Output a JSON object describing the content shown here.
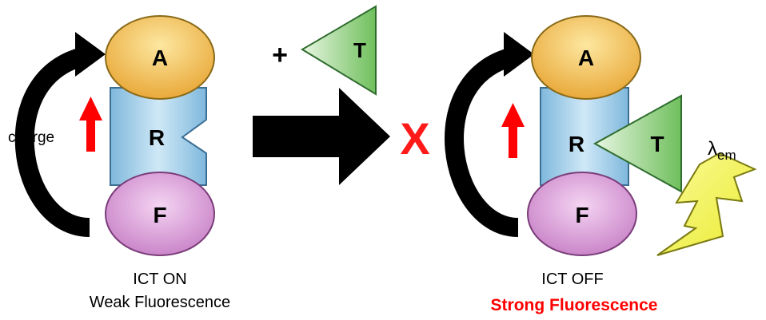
{
  "left_state": {
    "acceptor_label": "A",
    "receptor_label": "R",
    "fluorophore_label": "F",
    "charge_label": "charge",
    "caption_line1": "ICT ON",
    "caption_line2": "Weak Fluorescence"
  },
  "reagent": {
    "plus_label": "+",
    "target_label": "T"
  },
  "right_state": {
    "blocked_mark": "X",
    "acceptor_label": "A",
    "receptor_label": "R",
    "target_label": "T",
    "fluorophore_label": "F",
    "emission_label": "λ",
    "emission_subscript": "em",
    "caption_line1": "ICT OFF",
    "caption_line2": "Strong Fluorescence"
  },
  "colors": {
    "acceptor_fill": "#f0b848",
    "receptor_fill": "#a8d4ec",
    "fluorophore_fill": "#d89ad6",
    "target_fill": "#8ccf7a",
    "charge_arrow": "#ff0000",
    "blocked_mark": "#ff1a1a",
    "strong_text": "#ff0000",
    "bolt_fill": "#f2f24a"
  }
}
